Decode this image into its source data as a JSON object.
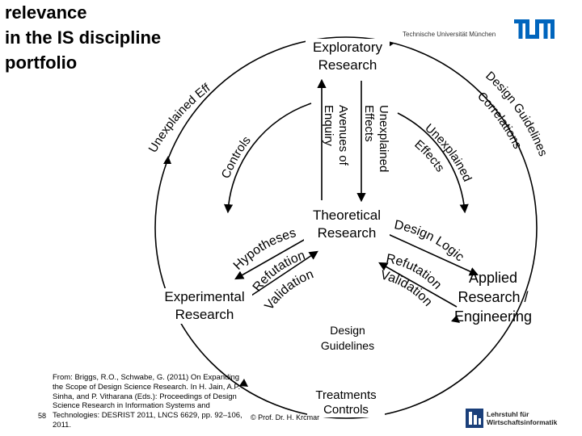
{
  "title_lines": [
    "relevance",
    "in the IS discipline",
    "portfolio"
  ],
  "university_name": "Technische Universität München",
  "logo_text": "TUM",
  "nodes": {
    "exploratory": [
      "Exploratory",
      "Research"
    ],
    "theoretical": [
      "Theoretical",
      "Research"
    ],
    "experimental": [
      "Experimental",
      "Research"
    ],
    "applied": [
      "Applied",
      "Research /",
      "Engineering"
    ]
  },
  "edge_labels": {
    "design_guidelines_top": [
      "Design",
      "Guidelines"
    ],
    "design_correlations": [
      "Correlations"
    ],
    "unexplained_effects_left": [
      "Unexplained",
      "Effects"
    ],
    "controls_inner": "Controls",
    "unexplained_effects_center": [
      "Unexplained",
      "Effects"
    ],
    "avenues_of_enquiry": [
      "Avenues of",
      "Enquiry"
    ],
    "unexplained_effects_right": [
      "Unexplained",
      "Effects"
    ],
    "hypotheses": "Hypotheses",
    "refutation_validation_left": [
      "Refutation",
      "Validation"
    ],
    "design_logic": "Design Logic",
    "refutation_validation_right": [
      "Refutation",
      "Validation"
    ],
    "design_guidelines_bottom": [
      "Design",
      "Guidelines"
    ],
    "treatments_controls": [
      "Treatments",
      "Controls"
    ]
  },
  "reference_text": "From: Briggs, R.O., Schwabe, G. (2011) On Expanding the Scope of Design Science Research. In H. Jain, A.P. Sinha, and P. Vitharana (Eds.): Proceedings of Design Science Research in Information Systems and Technologies: DESRIST 2011, LNCS 6629, pp. 92–106, 2011.",
  "page_number": "58",
  "copyright": "© Prof. Dr. H. Krcmar",
  "chair_logo_lines": [
    "Lehrstuhl für",
    "Wirtschaftsinformatik"
  ],
  "colors": {
    "tum_blue": "#0065bd",
    "line": "#000000"
  }
}
